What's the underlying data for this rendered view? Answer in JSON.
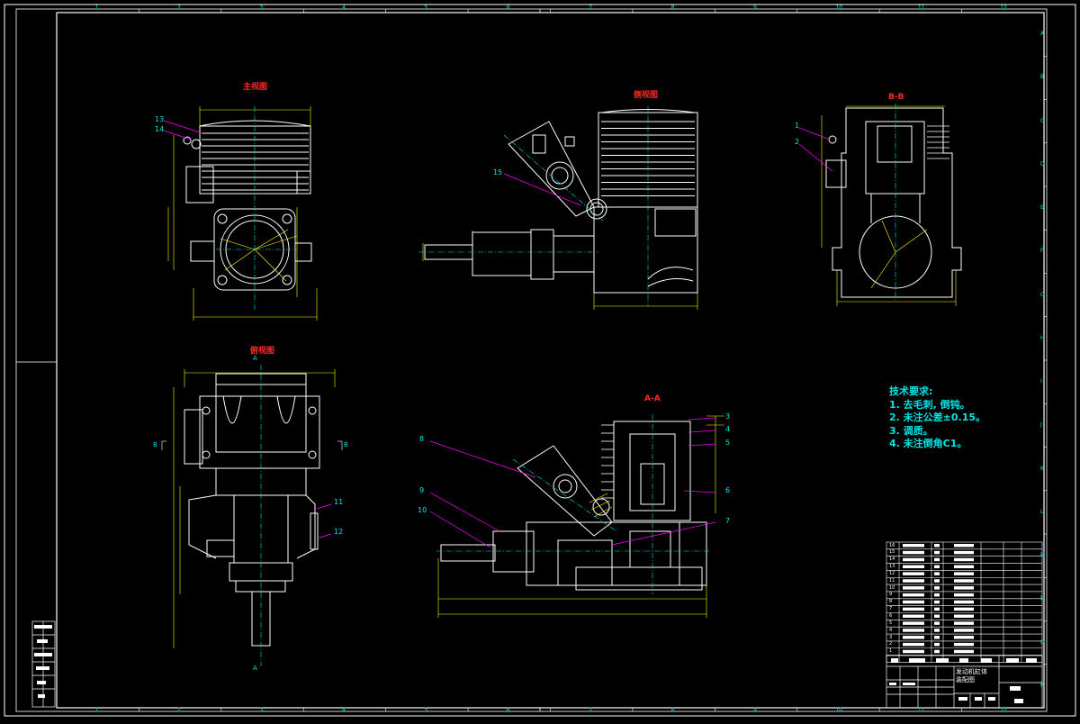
{
  "colors": {
    "background": "#000000",
    "frame": "#ffffff",
    "geometry": "#ffffff",
    "dimension": "#ffff00",
    "center": "#00e5e5",
    "leader": "#ff00ff",
    "title": "#ff2a2a",
    "table": "#ffffff"
  },
  "ruler": {
    "columns": [
      "1",
      "2",
      "3",
      "4",
      "5",
      "6",
      "7",
      "8",
      "9",
      "10",
      "11",
      "12"
    ],
    "rows": [
      "A",
      "B",
      "C",
      "D",
      "E",
      "F",
      "G",
      "H",
      "I",
      "J",
      "K",
      "L",
      "M",
      "N",
      "O",
      "P"
    ]
  },
  "views": {
    "front_title": "主视图",
    "side_title": "侧视图",
    "bb_title": "B-B",
    "bottom_title": "俯视图",
    "aa_title": "A-A"
  },
  "balloons": {
    "front": [
      "13",
      "14"
    ],
    "side": [
      "15"
    ],
    "bb": [
      "1",
      "2"
    ],
    "bottom": [
      "11",
      "12"
    ],
    "aa_left": [
      "8",
      "9",
      "10"
    ],
    "aa_right": [
      "3",
      "4",
      "5",
      "6",
      "7"
    ]
  },
  "notes": {
    "heading": "技术要求:",
    "items": [
      "1. 去毛刺, 倒钝。",
      "2. 未注公差±0.15。",
      "3. 调质。",
      "4. 未注倒角C1。"
    ]
  },
  "bom_rows": [
    "16",
    "15",
    "14",
    "13",
    "12",
    "11",
    "10",
    "9",
    "8",
    "7",
    "6",
    "5",
    "4",
    "3",
    "2",
    "1"
  ],
  "title_block": {
    "name_line1": "发动机缸体",
    "name_line2": "装配图"
  },
  "section_markers": {
    "a_top": "A",
    "a_bottom": "A",
    "b_left": "B",
    "b_right": "B"
  }
}
